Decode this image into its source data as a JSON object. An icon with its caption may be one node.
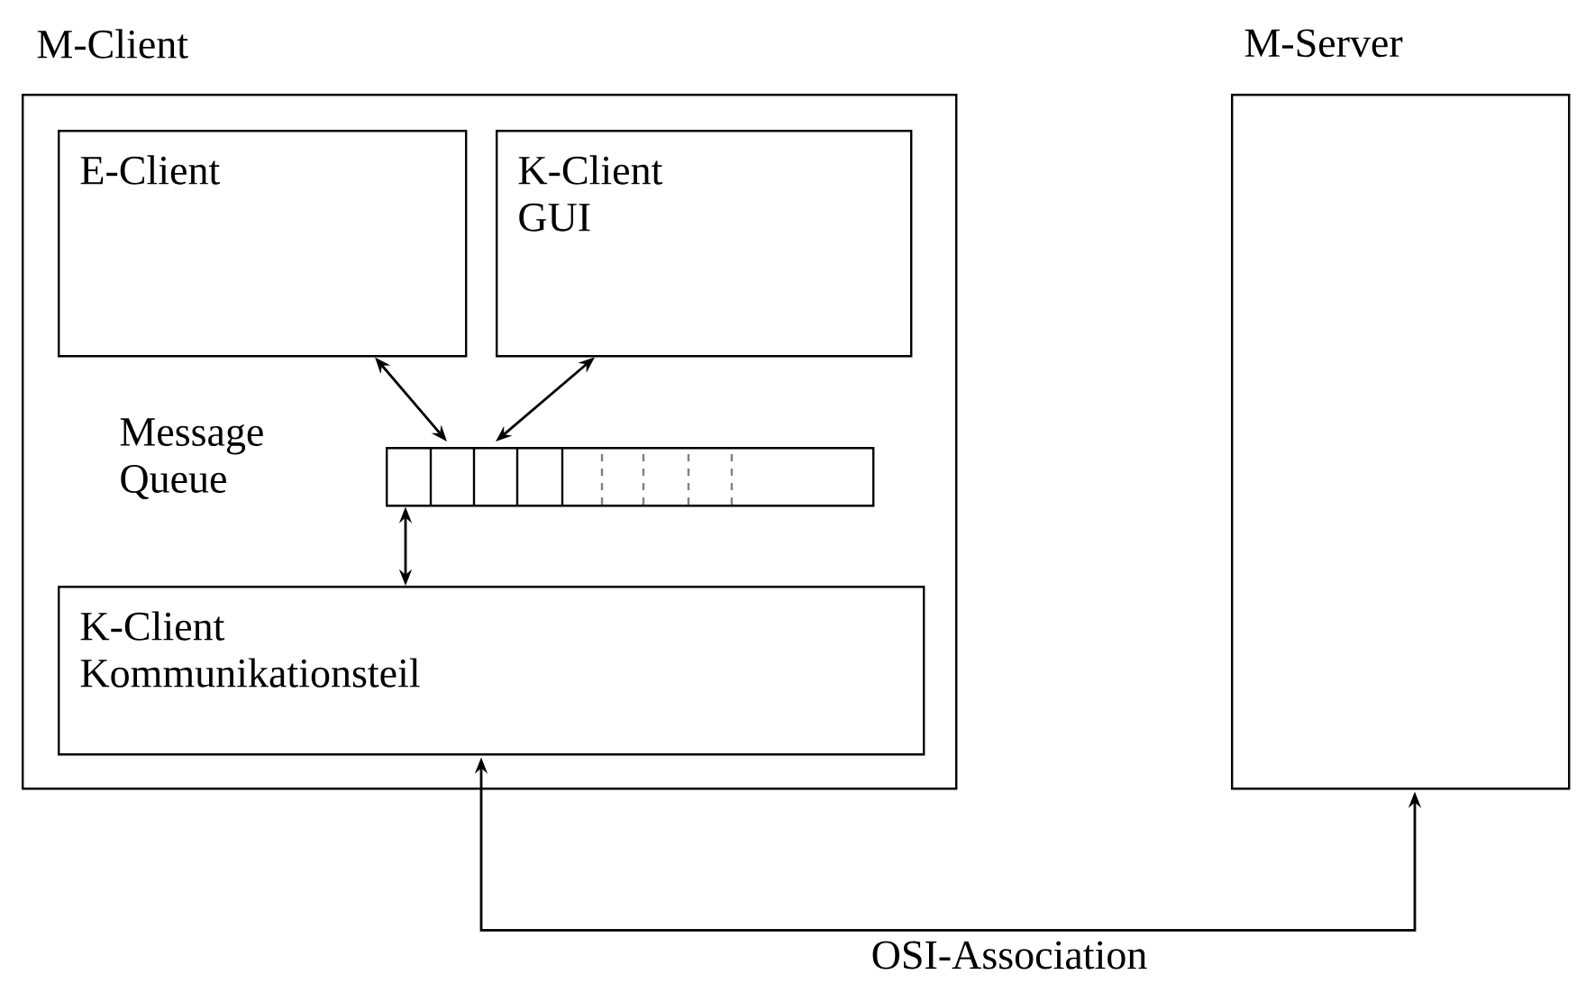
{
  "diagram": {
    "nodes": [
      {
        "text": [
          "M-Client"
        ]
      },
      {
        "text": [
          "E-Client"
        ],
        "in": 0
      },
      {
        "text": [
          "K-Client GUI"
        ],
        "in": 0
      },
      {
        "text": [],
        "shape": "bar",
        "in": 0
      },
      {
        "text": [
          "K-Client Kommunikationsteil"
        ],
        "in": 0
      },
      {
        "text": [
          "M-Server"
        ]
      }
    ],
    "edges": [
      {
        "from": 1,
        "to": 3,
        "arrow": "both"
      },
      {
        "from": 2,
        "to": 3,
        "arrow": "both"
      },
      {
        "from": 3,
        "to": 4,
        "arrow": "both"
      },
      {
        "from": 4,
        "to": 5,
        "arrow": "both",
        "label": "OSI-Association"
      }
    ],
    "labels": [
      "Message Queue"
    ]
  }
}
